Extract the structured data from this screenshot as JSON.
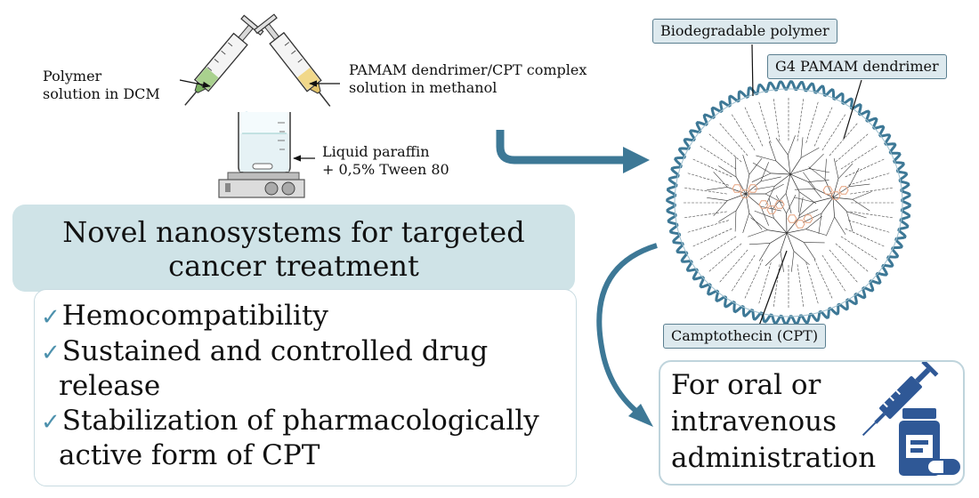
{
  "colors": {
    "accent": "#3d7896",
    "check": "#4d91ad",
    "header_bg": "#cfe3e7",
    "tag_bg": "#dde9ee",
    "icon": "#2f5896",
    "drug_molecule": "#e6a27e"
  },
  "labels": {
    "polymer_solution": [
      "Polymer",
      "solution in DCM"
    ],
    "pamam_complex": [
      "PAMAM dendrimer/CPT complex",
      "solution in methanol"
    ],
    "paraffin": [
      "Liquid paraffin",
      "+ 0,5% Tween 80"
    ],
    "biodegradable_polymer": "Biodegradable polymer",
    "g4_pamam": "G4 PAMAM dendrimer",
    "camptothecin": "Camptothecin (CPT)"
  },
  "panel": {
    "title": [
      "Novel nanosystems for targeted",
      "cancer treatment"
    ],
    "benefits": [
      [
        "Hemocompatibility"
      ],
      [
        "Sustained and controlled drug",
        "release"
      ],
      [
        "Stabilization of pharmacologically",
        "active form of CPT"
      ]
    ]
  },
  "administration": {
    "lines": [
      "For oral or",
      "intravenous",
      "administration"
    ],
    "icons": [
      "syringe-icon",
      "pill-bottle-icon",
      "capsule-icon"
    ]
  }
}
